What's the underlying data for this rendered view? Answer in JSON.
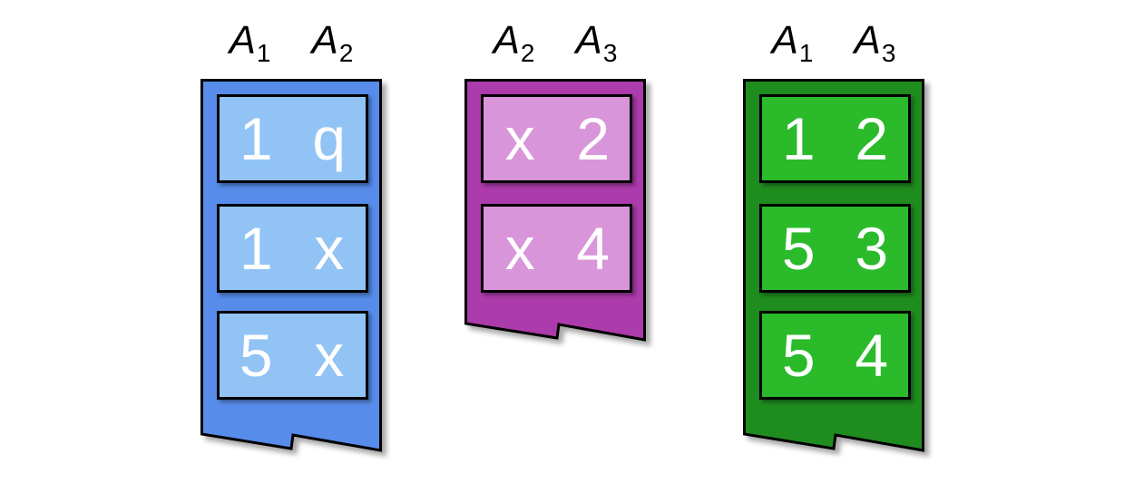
{
  "styles": {
    "tuple_text": "#ffffff",
    "header_text": "#000000",
    "background": "#ffffff"
  },
  "tables": [
    {
      "name": "blue relation",
      "colors": {
        "body": "#578ceb",
        "row": "#92c3f5"
      },
      "headers": [
        {
          "letter": "A",
          "sub": "1"
        },
        {
          "letter": "A",
          "sub": "2"
        }
      ],
      "rows": [
        [
          "1",
          "q"
        ],
        [
          "1",
          "x"
        ],
        [
          "5",
          "x"
        ]
      ]
    },
    {
      "name": "magenta relation",
      "colors": {
        "body": "#ac3bac",
        "row": "#d995d9"
      },
      "headers": [
        {
          "letter": "A",
          "sub": "2"
        },
        {
          "letter": "A",
          "sub": "3"
        }
      ],
      "rows": [
        [
          "x",
          "2"
        ],
        [
          "x",
          "4"
        ]
      ]
    },
    {
      "name": "green relation",
      "colors": {
        "body": "#1f8c1f",
        "row": "#2aba2a"
      },
      "headers": [
        {
          "letter": "A",
          "sub": "1"
        },
        {
          "letter": "A",
          "sub": "3"
        }
      ],
      "rows": [
        [
          "1",
          "2"
        ],
        [
          "5",
          "3"
        ],
        [
          "5",
          "4"
        ]
      ]
    }
  ]
}
